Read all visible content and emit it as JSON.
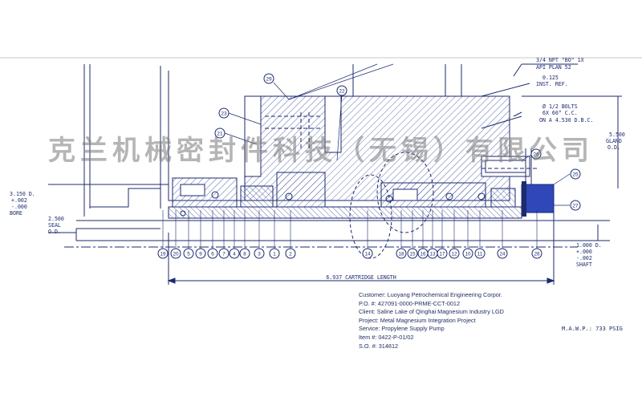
{
  "watermark": "克兰机械密封件科技（无锡）有限公司",
  "colors": {
    "line": "#1c2a6e",
    "accent": "#2b3fa0",
    "hatch": "#3a4a9a",
    "part": "#2f47b8"
  },
  "annotations": {
    "npt_line1": "3/4 NPT \"BO\" 1X",
    "npt_line2": "API PLAN 52",
    "inst_ref_1": "0.125",
    "inst_ref_2": "INST. REF.",
    "bolts_1": "Ø 1/2 BOLTS",
    "bolts_2": "6X 60° C.C.",
    "bolts_3": "ON A 4.530 D.B.C.",
    "bore_1": "3.150 D.",
    "bore_2": "+.002",
    "bore_3": "-.000",
    "bore_4": "BORE",
    "seal_1": "2.500",
    "seal_2": "SEAL",
    "seal_3": "O.D.",
    "gland_1": "5.500",
    "gland_2": "GLAND",
    "gland_3": "O.D.",
    "shaft_1": "1.000 D.",
    "shaft_2": "+.000",
    "shaft_3": "-.002",
    "shaft_4": "SHAFT",
    "cartridge": "6.937 CARTRIDGE LENGTH"
  },
  "balloons_top": [
    "29",
    "22",
    "23",
    "21",
    "25",
    "26",
    "27"
  ],
  "balloons_bottom": [
    "19",
    "20",
    "5",
    "9",
    "6",
    "7",
    "4",
    "8",
    "3",
    "1",
    "2",
    "14",
    "18",
    "15",
    "16",
    "13",
    "17",
    "12",
    "10",
    "11",
    "24",
    "28"
  ],
  "info": {
    "customer": "Customer:  Luoyang Petrochemical Engineering Corpor.",
    "po": "P.O. #:  427091-0000-PRME-CCT-0012",
    "client": "Client:  Saline Lake of Qinghai Magnesium Industry  LGD",
    "project": "Project:  Metal Magnesium Integration Project",
    "service": "Service:  Propylene Supply Pump",
    "item": "Item #:  0422-P-01/02",
    "so": "S.O. #:  314812"
  },
  "mawp": "M.A.W.P.:  733 PSIG"
}
